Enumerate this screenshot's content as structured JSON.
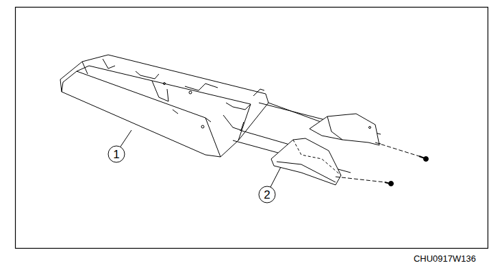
{
  "diagram": {
    "labels": [
      "1",
      "2",
      "CHU0917W136"
    ]
  }
}
